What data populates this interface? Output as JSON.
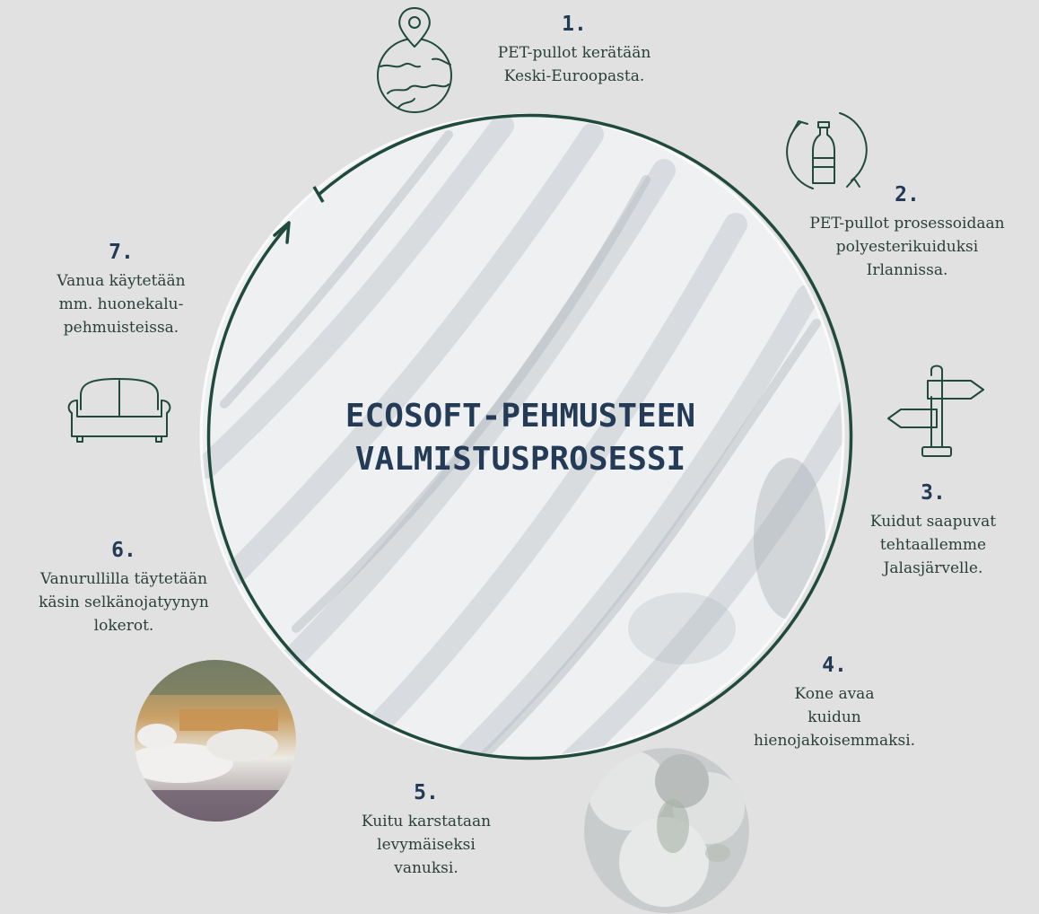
{
  "title": "ECOSOFT-PEHMUSTEEN VALMISTUSPROSESSI",
  "colors": {
    "background": "#e1e1e1",
    "ring": "#1f4a3c",
    "title": "#243b57",
    "text": "#2b3f3a"
  },
  "steps": [
    {
      "number": "1.",
      "text": "PET-pullot kerätään\nKeski-Euroopasta.",
      "icon": "globe-location-icon"
    },
    {
      "number": "2.",
      "text": "PET-pullot prosessoidaan\npolyesterikuiduksi\nIrlannissa.",
      "icon": "recycle-bottle-icon"
    },
    {
      "number": "3.",
      "text": "Kuidut saapuvat\ntehtaallemme\nJalasjärvelle.",
      "icon": "signpost-icon"
    },
    {
      "number": "4.",
      "text": "Kone avaa\nkuidun\nhienojakoisemmaksi.",
      "icon": "fiber-photo"
    },
    {
      "number": "5.",
      "text": "Kuitu karstataan\nlevymäiseksi\nvanuksi.",
      "icon": "none"
    },
    {
      "number": "6.",
      "text": "Vanurullilla täytetään\nkäsin selkänojatyynyn\nlokerot.",
      "icon": "factory-photo"
    },
    {
      "number": "7.",
      "text": "Vanua käytetään\nmm. huonekalu-\npehmuisteissa.",
      "icon": "sofa-icon"
    }
  ]
}
